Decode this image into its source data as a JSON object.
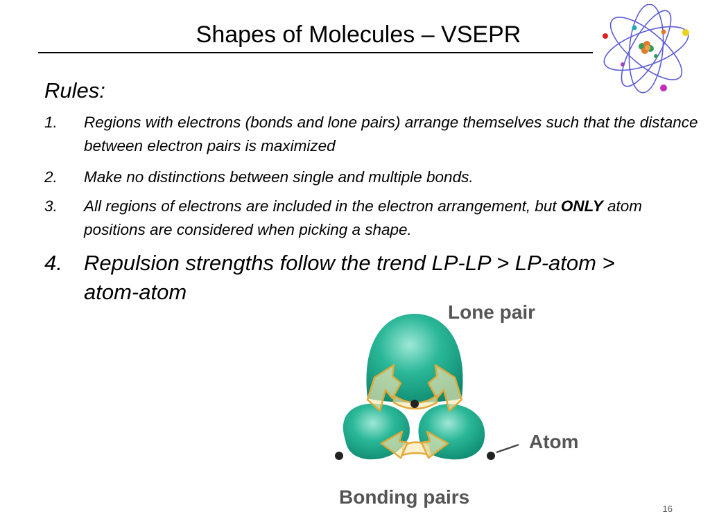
{
  "slide": {
    "title": "Shapes of Molecules – VSEPR",
    "rules_heading": "Rules:",
    "rules": [
      {
        "number": "1.",
        "text": "Regions with electrons (bonds and lone pairs) arrange themselves such that the distance between electron pairs is maximized"
      },
      {
        "number": "2.",
        "text": "Make no distinctions between single and multiple bonds."
      },
      {
        "number": "3.",
        "text_before": "All regions of electrons are included in the electron arrangement, but ",
        "emphasis": "ONLY",
        "text_after": " atom positions are considered when picking a shape."
      },
      {
        "number": "4.",
        "text": "Repulsion strengths follow the trend LP-LP > LP-atom > atom-atom"
      }
    ],
    "page_number": "16"
  },
  "diagram": {
    "lone_pair_label": "Lone pair",
    "atom_label": "Atom",
    "bonding_pairs_label": "Bonding pairs",
    "colors": {
      "lobe": "#1aa58a",
      "lobe_highlight": "#8fe3cf",
      "arrow_fill": "#fbe9b6",
      "arrow_stroke": "#e0a93a",
      "label": "#555555"
    }
  },
  "logo": {
    "icon": "atom-icon"
  }
}
